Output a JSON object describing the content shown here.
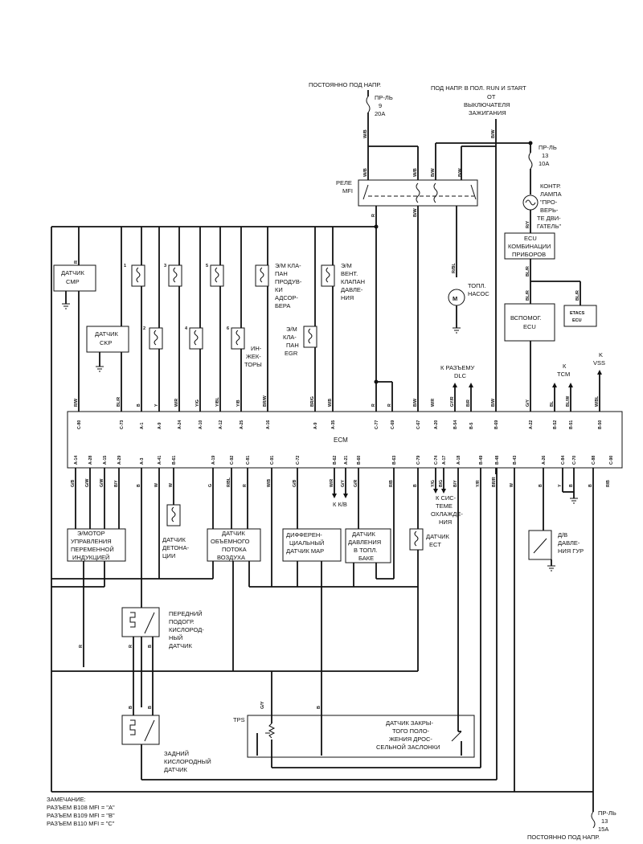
{
  "top": {
    "hot_at_all_times": "ПОСТОЯННО ПОД НАПР.",
    "fuse9": [
      "ПР-ЛЬ",
      "9",
      "20A"
    ],
    "hot_in_run": "ПОД НАПР. В ПОЛ. RUN И START",
    "from_ign": [
      "ОТ",
      "ВЫКЛЮЧАТЕЛЯ",
      "ЗАЖИГАНИЯ"
    ],
    "fuse13a": [
      "ПР-ЛЬ",
      "13",
      "10A"
    ],
    "relay": [
      "РЕЛЕ",
      "MFI"
    ]
  },
  "components": {
    "cmp": [
      "ДАТЧИК",
      "CMP"
    ],
    "ckp": [
      "ДАТЧИК",
      "CKP"
    ],
    "purge": [
      "Э/М КЛА-",
      "ПАН",
      "ПРОДУВ-",
      "КИ",
      "АДСОР-",
      "БЕРА"
    ],
    "vent": [
      "Э/М",
      "ВЕНТ.",
      "КЛАПАН",
      "ДАВЛЕ-",
      "НИЯ"
    ],
    "egr": [
      "Э/М",
      "КЛА-",
      "ПАН",
      "EGR"
    ],
    "injectors": [
      "ИН-",
      "ЖЕК-",
      "ТОРЫ"
    ],
    "fuel_pump": [
      "ТОПЛ.",
      "НАСОС"
    ],
    "mil": [
      "КОНТР.",
      "ЛАМПА",
      "\"ПРО-",
      "ВЕРЬ-",
      "ТЕ ДВИ-",
      "ГАТЕЛЬ\""
    ],
    "cluster": [
      "ECU",
      "КОМБИНАЦИИ",
      "ПРИБОРОВ"
    ],
    "aux_ecu": [
      "ВСПОМОГ.",
      "ECU"
    ],
    "etacs": [
      "ETACS",
      "ECU"
    ],
    "dlc": [
      "К РАЗЪЕМУ",
      "DLC"
    ],
    "tcm": [
      "К",
      "TCM"
    ],
    "vss": [
      "K",
      "VSS"
    ],
    "ecm": "ECM",
    "variable_intake": [
      "Э/МОТОР",
      "УПРАВЛЕНИЯ",
      "ПЕРЕМЕННОЙ",
      "ИНДУКЦИЕЙ"
    ],
    "knock": [
      "ДАТЧИК",
      "ДЕТОНА-",
      "ЦИИ"
    ],
    "maf": [
      "ДАТЧИК",
      "ОБЪЕМНОГО",
      "ПОТОКА",
      "ВОЗДУХА"
    ],
    "map": [
      "ДИФФЕРЕН-",
      "ЦИАЛЬНЫЙ",
      "ДАТЧИК MAP"
    ],
    "tank_pressure": [
      "ДАТЧИК",
      "ДАВЛЕНИЯ",
      "В ТОПЛ.",
      "БАКЕ"
    ],
    "to_ac": "К К/В",
    "to_cooling": [
      "К СИС-",
      "ТЕМЕ",
      "ОХЛАЖДЕ-",
      "НИЯ"
    ],
    "ect": [
      "ДАТЧИК",
      "ECT"
    ],
    "ps": [
      "Д/В",
      "ДАВЛЕ-",
      "НИЯ ГУР"
    ],
    "front_o2": [
      "ПЕРЕДНИЙ",
      "ПОДОГР.",
      "КИСЛОРОД-",
      "НЫЙ",
      "ДАТЧИК"
    ],
    "rear_o2": [
      "ЗАДНИЙ",
      "КИСЛОРОДНЫЙ",
      "ДАТЧИК"
    ],
    "tps": "TPS",
    "ctp": [
      "ДАТЧИК ЗАКРЫ-",
      "ТОГО ПОЛО-",
      "ЖЕНИЯ ДРОС-",
      "СЕЛЬНОЙ ЗАСЛОНКИ"
    ],
    "fuse13b": [
      "ПР-ЛЬ",
      "13",
      "15A"
    ],
    "hot_at_all_times_b": "ПОСТОЯННО ПОД НАПР."
  },
  "note": {
    "title": "ЗАМЕЧАНИЕ:",
    "lines": [
      "РАЗЪЕМ B108 MFI  = \"A\"",
      "РАЗЪЕМ B109 MFI  = \"B\"",
      "РАЗЪЕМ B110 MFI  = \"C\""
    ]
  },
  "ecm_top_pins": [
    {
      "pin": "C-80",
      "color": "R/W"
    },
    {
      "pin": "C-73",
      "color": "BL/R"
    },
    {
      "pin": "A-1",
      "color": "B"
    },
    {
      "pin": "A-9",
      "color": "Y"
    },
    {
      "pin": "A-24",
      "color": "W/R"
    },
    {
      "pin": "A-10",
      "color": "Y/G"
    },
    {
      "pin": "A-12",
      "color": "Y/BL"
    },
    {
      "pin": "A-25",
      "color": "Y/B"
    },
    {
      "pin": "A-16",
      "color": "BR/W"
    },
    {
      "pin": "A-9",
      "color": "BR/G"
    },
    {
      "pin": "A-35",
      "color": "W/B"
    },
    {
      "pin": "C-77",
      "color": "R"
    },
    {
      "pin": "C-69",
      "color": "R"
    },
    {
      "pin": "C-67",
      "color": "B/W"
    },
    {
      "pin": "A-20",
      "color": "W/R"
    },
    {
      "pin": "B-54",
      "color": "GY/R"
    },
    {
      "pin": "B-5",
      "color": "B/R"
    },
    {
      "pin": "B-69",
      "color": "B/W"
    },
    {
      "pin": "A-22",
      "color": "G/Y"
    },
    {
      "pin": "B-52",
      "color": "BL"
    },
    {
      "pin": "B-51",
      "color": "BL/W"
    },
    {
      "pin": "B-50",
      "color": "W/BL"
    }
  ],
  "ecm_bottom_pins": [
    {
      "pin": "A-14",
      "color": "G/B"
    },
    {
      "pin": "A-28",
      "color": "G/W"
    },
    {
      "pin": "A-15",
      "color": "G/W"
    },
    {
      "pin": "A-29",
      "color": "B/Y"
    },
    {
      "pin": "A-3",
      "color": "B"
    },
    {
      "pin": "A-41",
      "color": "W"
    },
    {
      "pin": "B-61",
      "color": "W"
    },
    {
      "pin": "A-19",
      "color": "G"
    },
    {
      "pin": "C-92",
      "color": "R/BL"
    },
    {
      "pin": "C-81",
      "color": "R"
    },
    {
      "pin": "C-91",
      "color": "W/B"
    },
    {
      "pin": "C-72",
      "color": "G/B"
    },
    {
      "pin": "B-62",
      "color": "W/R"
    },
    {
      "pin": "A-21",
      "color": "G/Y"
    },
    {
      "pin": "B-60",
      "color": "G/R"
    },
    {
      "pin": "B-63",
      "color": "R/B"
    },
    {
      "pin": "C-79",
      "color": "B"
    },
    {
      "pin": "C-74",
      "color": "Y/G"
    },
    {
      "pin": "A-17",
      "color": "B/G"
    },
    {
      "pin": "A-18",
      "color": "B/Y"
    },
    {
      "pin": "B-49",
      "color": "Y/R"
    },
    {
      "pin": "B-48",
      "color": "BR/R"
    },
    {
      "pin": "B-43",
      "color": "W"
    },
    {
      "pin": "A-26",
      "color": "B"
    },
    {
      "pin": "C-84",
      "color": "Y"
    },
    {
      "pin": "C-70",
      "color": "B"
    },
    {
      "pin": "C-88",
      "color": "B"
    },
    {
      "pin": "C-90",
      "color": "R/B"
    }
  ]
}
